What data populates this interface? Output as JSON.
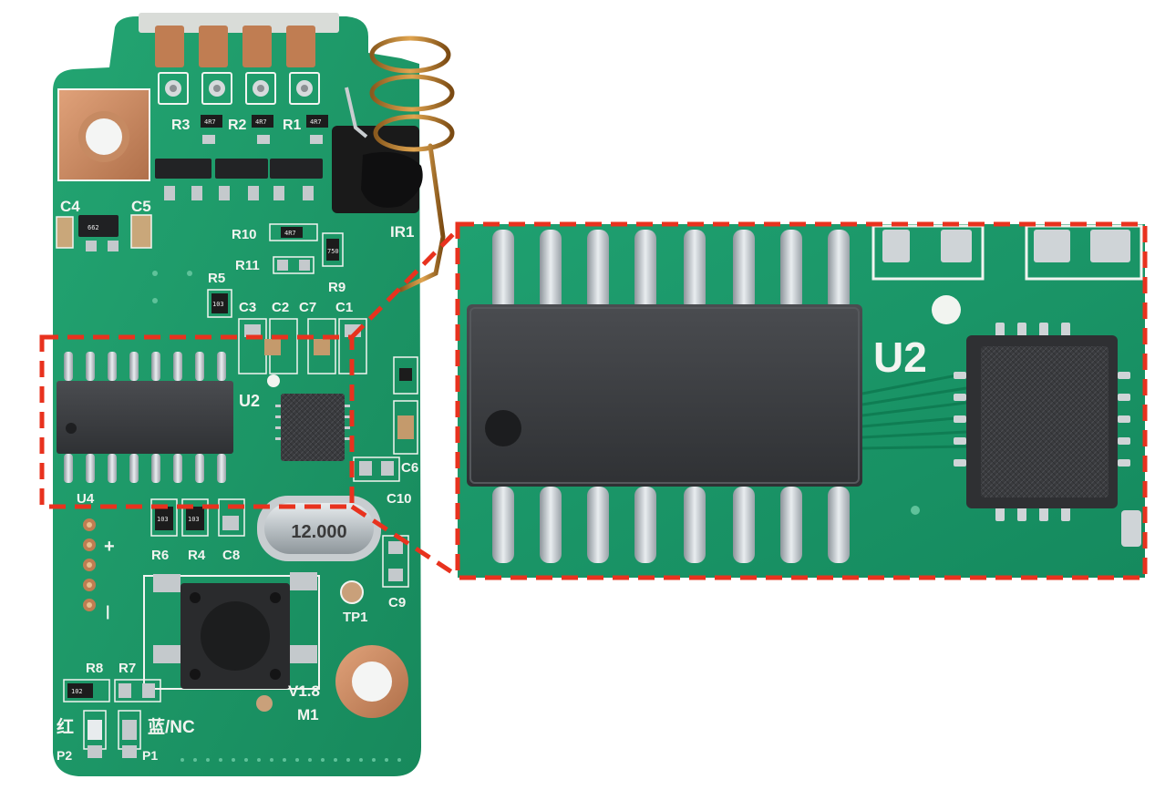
{
  "figure": {
    "highlight_color": "#e8321e",
    "pcb_color": "#1f9a6a",
    "pcb_dark": "#137a52",
    "silkscreen_color": "#f2f4f0"
  },
  "board_labels": {
    "r3": "R3",
    "r2": "R2",
    "r1": "R1",
    "c4": "C4",
    "c5": "C5",
    "r10": "R10",
    "r11": "R11",
    "r9": "R9",
    "ir1": "IR1",
    "r5": "R5",
    "c3": "C3",
    "c2": "C2",
    "c7": "C7",
    "c1": "C1",
    "u2": "U2",
    "c6": "C6",
    "u4": "U4",
    "c10": "C10",
    "r6": "R6",
    "r4": "R4",
    "c8": "C8",
    "crystal": "12.000",
    "tp1": "TP1",
    "c9": "C9",
    "r8": "R8",
    "r7": "R7",
    "version": "V1.8",
    "m1": "M1",
    "red_label": "红",
    "blue_label": "蓝/NC",
    "p2": "P2",
    "p1": "P1",
    "plus": "+",
    "minus": "|"
  },
  "smd_codes": {
    "r1": "4R7",
    "r2": "4R7",
    "r3": "4R7",
    "r10": "4R7",
    "r9": "750",
    "c4_part": "662",
    "r5": "103",
    "r6": "103",
    "r4": "103",
    "r8": "102"
  },
  "inset": {
    "label": "U2"
  }
}
